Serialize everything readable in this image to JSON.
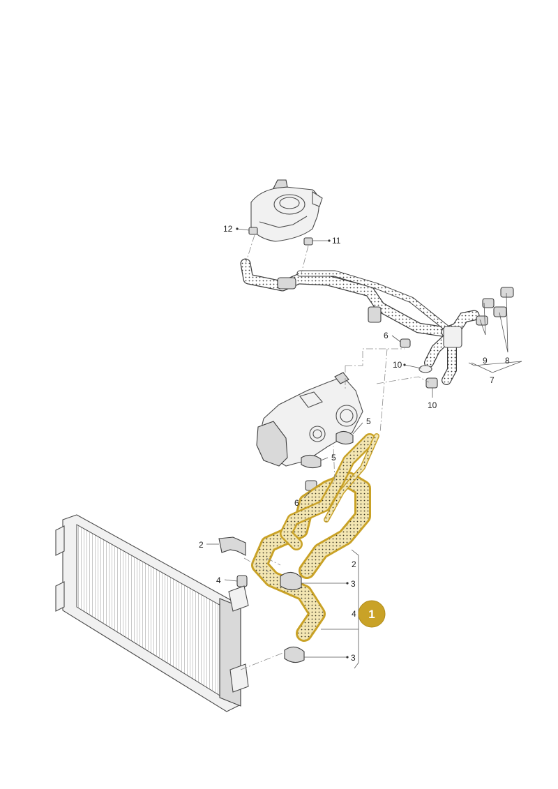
{
  "highlight": {
    "color": "#c9a227",
    "badge_label": "1"
  },
  "callouts": {
    "c12": "12",
    "c11": "11",
    "c6_top": "6",
    "c10_top": "10",
    "c10_bot": "10",
    "c9": "9",
    "c8": "8",
    "c7": "7",
    "c5_top": "5",
    "c5_mid": "5",
    "c6_mid": "6",
    "c2_left": "2",
    "c4_left": "4",
    "c2_right": "2",
    "c3_top": "3",
    "c4_right": "4",
    "c3_bot": "3"
  }
}
